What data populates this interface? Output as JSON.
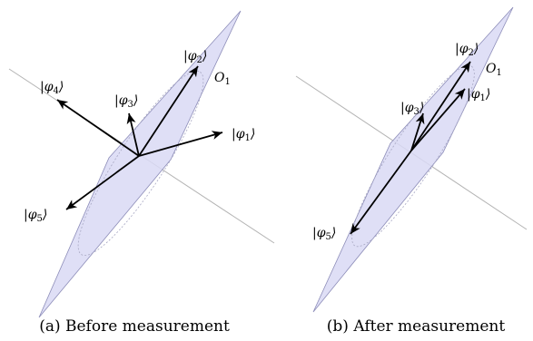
{
  "panels": [
    {
      "caption": "(a) Before measurement",
      "operator": {
        "name": "O",
        "sub": "1"
      },
      "vectors": [
        {
          "ket": "φ",
          "sub": "1"
        },
        {
          "ket": "φ",
          "sub": "2"
        },
        {
          "ket": "φ",
          "sub": "3"
        },
        {
          "ket": "φ",
          "sub": "4"
        },
        {
          "ket": "φ",
          "sub": "5"
        }
      ]
    },
    {
      "caption": "(b) After measurement",
      "operator": {
        "name": "O",
        "sub": "1"
      },
      "vectors": [
        {
          "ket": "φ",
          "sub": "1"
        },
        {
          "ket": "φ",
          "sub": "2"
        },
        {
          "ket": "φ",
          "sub": "3"
        },
        {
          "ket": "φ",
          "sub": "5"
        }
      ]
    }
  ],
  "colors": {
    "plane_fill": "#d9d9f5",
    "plane_stroke": "#8c8cb8",
    "ellipse_stroke": "#a9a9c4",
    "axis_line": "#b3b3b3",
    "vector": "#000000"
  }
}
